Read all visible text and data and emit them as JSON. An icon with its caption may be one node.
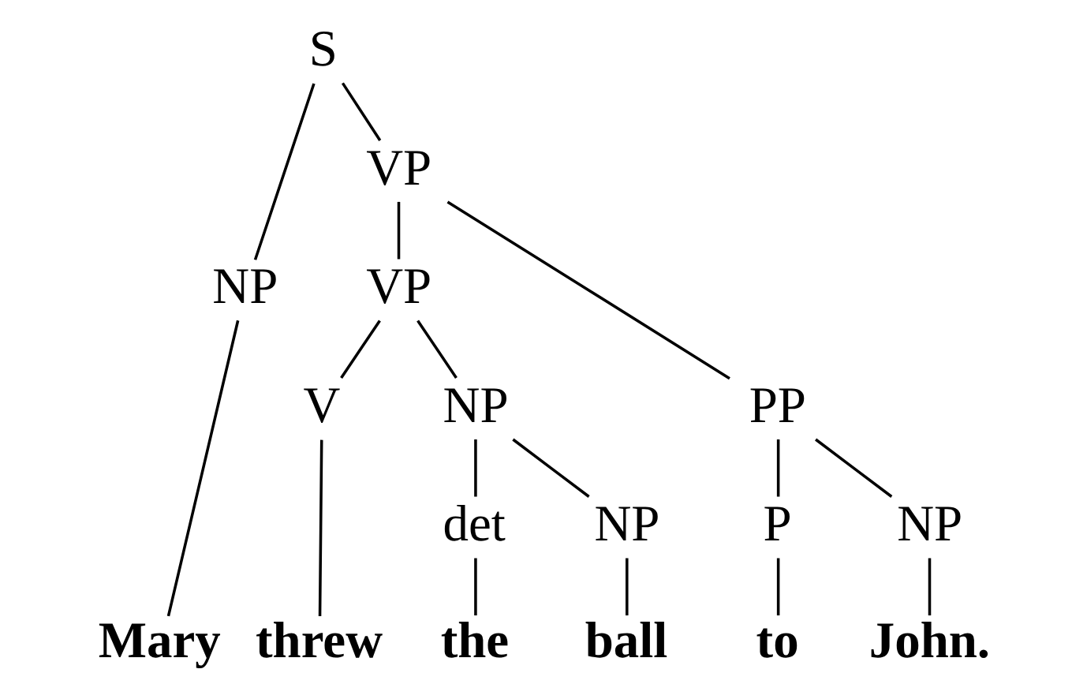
{
  "diagram": {
    "nodes": [
      {
        "text": [
          "S"
        ]
      },
      {
        "text": [
          "NP"
        ]
      },
      {
        "text": [
          "VP"
        ]
      },
      {
        "text": [
          "VP"
        ]
      },
      {
        "text": [
          "V"
        ]
      },
      {
        "text": [
          "NP"
        ]
      },
      {
        "text": [
          "det"
        ]
      },
      {
        "text": [
          "NP"
        ]
      },
      {
        "text": [
          "PP"
        ]
      },
      {
        "text": [
          "P"
        ]
      },
      {
        "text": [
          "NP"
        ]
      },
      {
        "text": [
          "Mary"
        ]
      },
      {
        "text": [
          "threw"
        ]
      },
      {
        "text": [
          "the"
        ]
      },
      {
        "text": [
          "ball"
        ]
      },
      {
        "text": [
          "to"
        ]
      },
      {
        "text": [
          "John."
        ]
      }
    ],
    "edges": [
      {
        "from": 0,
        "to": 1,
        "arrow": "none"
      },
      {
        "from": 0,
        "to": 2,
        "arrow": "none"
      },
      {
        "from": 2,
        "to": 3,
        "arrow": "none"
      },
      {
        "from": 2,
        "to": 8,
        "arrow": "none"
      },
      {
        "from": 3,
        "to": 4,
        "arrow": "none"
      },
      {
        "from": 3,
        "to": 5,
        "arrow": "none"
      },
      {
        "from": 5,
        "to": 6,
        "arrow": "none"
      },
      {
        "from": 5,
        "to": 7,
        "arrow": "none"
      },
      {
        "from": 8,
        "to": 9,
        "arrow": "none"
      },
      {
        "from": 8,
        "to": 10,
        "arrow": "none"
      },
      {
        "from": 1,
        "to": 11,
        "arrow": "none"
      },
      {
        "from": 4,
        "to": 12,
        "arrow": "none"
      },
      {
        "from": 6,
        "to": 13,
        "arrow": "none"
      },
      {
        "from": 7,
        "to": 14,
        "arrow": "none"
      },
      {
        "from": 9,
        "to": 15,
        "arrow": "none"
      },
      {
        "from": 10,
        "to": 16,
        "arrow": "none"
      }
    ]
  }
}
